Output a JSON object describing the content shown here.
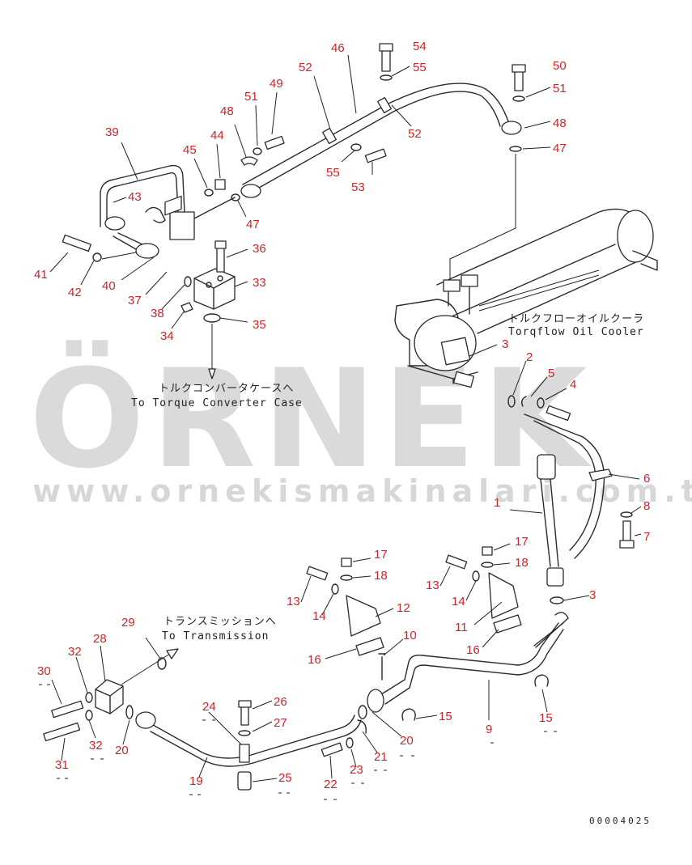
{
  "watermark": {
    "brand": "ÖRNEK",
    "url": "www.ornekismakinalari.com.tr",
    "accent_color": "#f2c400",
    "text_color": "#bdbdbd"
  },
  "captions": {
    "oil_cooler_jp": "トルクフローオイルクーラ",
    "oil_cooler_en": "Torqflow Oil Cooler",
    "torque_converter_jp": "トルクコンバータケースへ",
    "torque_converter_en": "To Torque Converter Case",
    "transmission_jp": "トランスミッションへ",
    "transmission_en": "To Transmission"
  },
  "drawing_number": "00004025",
  "callout_color": "#c8262c",
  "callouts": [
    {
      "id": "c54",
      "label": "54"
    },
    {
      "id": "c46",
      "label": "46"
    },
    {
      "id": "c52a",
      "label": "52"
    },
    {
      "id": "c55a",
      "label": "55"
    },
    {
      "id": "c52b",
      "label": "52"
    },
    {
      "id": "c50",
      "label": "50"
    },
    {
      "id": "c51a",
      "label": "51"
    },
    {
      "id": "c48a",
      "label": "48"
    },
    {
      "id": "c47a",
      "label": "47"
    },
    {
      "id": "c49",
      "label": "49"
    },
    {
      "id": "c51b",
      "label": "51"
    },
    {
      "id": "c48b",
      "label": "48"
    },
    {
      "id": "c39",
      "label": "39"
    },
    {
      "id": "c44",
      "label": "44"
    },
    {
      "id": "c45",
      "label": "45"
    },
    {
      "id": "c43",
      "label": "43"
    },
    {
      "id": "c55b",
      "label": "55"
    },
    {
      "id": "c53",
      "label": "53"
    },
    {
      "id": "c47b",
      "label": "47"
    },
    {
      "id": "c36",
      "label": "36"
    },
    {
      "id": "c41",
      "label": "41"
    },
    {
      "id": "c42",
      "label": "42"
    },
    {
      "id": "c40",
      "label": "40"
    },
    {
      "id": "c37",
      "label": "37"
    },
    {
      "id": "c33",
      "label": "33"
    },
    {
      "id": "c38",
      "label": "38"
    },
    {
      "id": "c34",
      "label": "34"
    },
    {
      "id": "c35",
      "label": "35"
    },
    {
      "id": "c3a",
      "label": "3"
    },
    {
      "id": "c2",
      "label": "2"
    },
    {
      "id": "c5",
      "label": "5"
    },
    {
      "id": "c4",
      "label": "4"
    },
    {
      "id": "c6",
      "label": "6"
    },
    {
      "id": "c1",
      "label": "1"
    },
    {
      "id": "c8",
      "label": "8"
    },
    {
      "id": "c7",
      "label": "7"
    },
    {
      "id": "c17a",
      "label": "17"
    },
    {
      "id": "c18a",
      "label": "18"
    },
    {
      "id": "c17b",
      "label": "17"
    },
    {
      "id": "c18b",
      "label": "18"
    },
    {
      "id": "c13a",
      "label": "13"
    },
    {
      "id": "c14a",
      "label": "14"
    },
    {
      "id": "c13b",
      "label": "13"
    },
    {
      "id": "c14b",
      "label": "14"
    },
    {
      "id": "c12",
      "label": "12"
    },
    {
      "id": "c11",
      "label": "11"
    },
    {
      "id": "c3b",
      "label": "3"
    },
    {
      "id": "c10",
      "label": "10"
    },
    {
      "id": "c16a",
      "label": "16"
    },
    {
      "id": "c16b",
      "label": "16"
    },
    {
      "id": "c29",
      "label": "29"
    },
    {
      "id": "c28",
      "label": "28"
    },
    {
      "id": "c32a",
      "label": "32"
    },
    {
      "id": "c30",
      "label": "30"
    },
    {
      "id": "c15a",
      "label": "15"
    },
    {
      "id": "c15b",
      "label": "15"
    },
    {
      "id": "c26",
      "label": "26"
    },
    {
      "id": "c24",
      "label": "24"
    },
    {
      "id": "c27",
      "label": "27"
    },
    {
      "id": "c9",
      "label": "9"
    },
    {
      "id": "c20a",
      "label": "20"
    },
    {
      "id": "c21",
      "label": "21"
    },
    {
      "id": "c32b",
      "label": "32"
    },
    {
      "id": "c20b",
      "label": "20"
    },
    {
      "id": "c31",
      "label": "31"
    },
    {
      "id": "c23",
      "label": "23"
    },
    {
      "id": "c19",
      "label": "19"
    },
    {
      "id": "c25",
      "label": "25"
    },
    {
      "id": "c22",
      "label": "22"
    }
  ]
}
